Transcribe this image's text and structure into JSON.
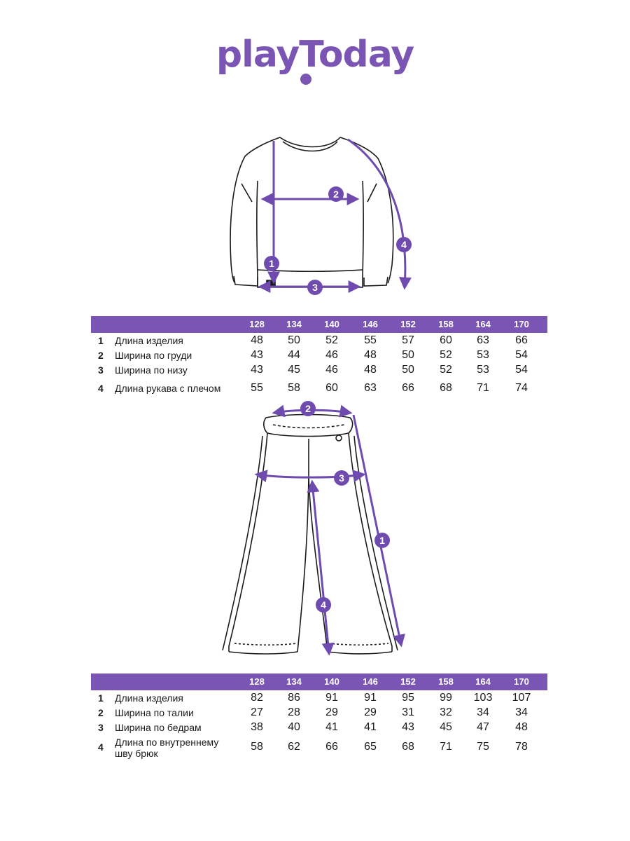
{
  "brand": {
    "logo_text": "playToday",
    "accent_color": "#7a55b3"
  },
  "top": {
    "markers": [
      "1",
      "2",
      "3",
      "4"
    ],
    "sizes": [
      "128",
      "134",
      "140",
      "146",
      "152",
      "158",
      "164",
      "170"
    ],
    "rows": [
      {
        "num": "1",
        "label": "Длина изделия",
        "values": [
          "48",
          "50",
          "52",
          "55",
          "57",
          "60",
          "63",
          "66"
        ]
      },
      {
        "num": "2",
        "label": "Ширина по груди",
        "values": [
          "43",
          "44",
          "46",
          "48",
          "50",
          "52",
          "53",
          "54"
        ]
      },
      {
        "num": "3",
        "label": "Ширина по низу",
        "values": [
          "43",
          "45",
          "46",
          "48",
          "50",
          "52",
          "53",
          "54"
        ]
      },
      {
        "num": "4",
        "label": "Длина рукава с плечом",
        "values": [
          "55",
          "58",
          "60",
          "63",
          "66",
          "68",
          "71",
          "74"
        ]
      }
    ]
  },
  "bottom": {
    "markers": [
      "2",
      "3",
      "1",
      "4"
    ],
    "sizes": [
      "128",
      "134",
      "140",
      "146",
      "152",
      "158",
      "164",
      "170"
    ],
    "rows": [
      {
        "num": "1",
        "label": "Длина изделия",
        "values": [
          "82",
          "86",
          "91",
          "91",
          "95",
          "99",
          "103",
          "107"
        ]
      },
      {
        "num": "2",
        "label": "Ширина по талии",
        "values": [
          "27",
          "28",
          "29",
          "29",
          "31",
          "32",
          "34",
          "34"
        ]
      },
      {
        "num": "3",
        "label": "Ширина по бедрам",
        "values": [
          "38",
          "40",
          "41",
          "41",
          "43",
          "45",
          "47",
          "48"
        ]
      },
      {
        "num": "4",
        "label": "Длина по внутреннему шву брюк",
        "values": [
          "58",
          "62",
          "66",
          "65",
          "68",
          "71",
          "75",
          "78"
        ]
      }
    ]
  }
}
